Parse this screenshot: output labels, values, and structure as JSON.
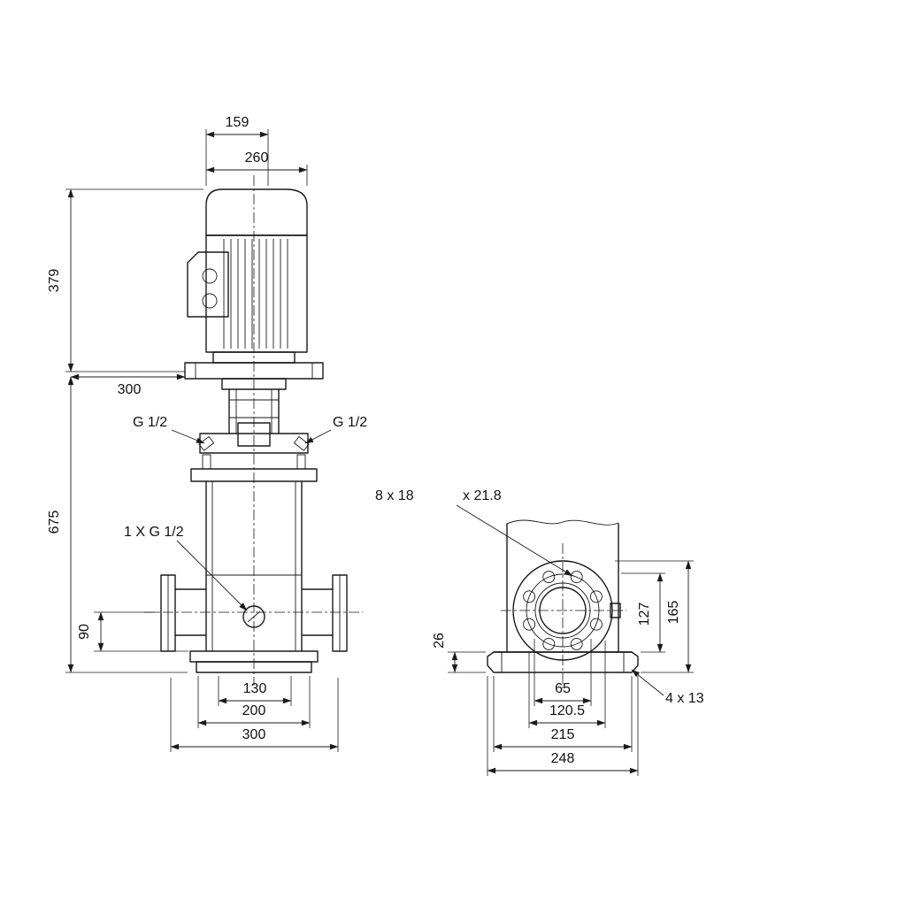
{
  "drawing": {
    "type": "pump-dimensional-drawing",
    "background": "#ffffff",
    "line_color": "#1a1a1a",
    "front_view": {
      "d159": "159",
      "d260": "260",
      "d379": "379",
      "d300_side": "300",
      "d675": "675",
      "d90": "90",
      "d130": "130",
      "d200": "200",
      "d300_bottom": "300",
      "g12_left": "G 1/2",
      "g12_right": "G 1/2",
      "drain": "1 X G 1/2"
    },
    "side_view": {
      "holes_a": "8 x 18",
      "holes_b": "x 21.8",
      "d26": "26",
      "d127": "127",
      "d165": "165",
      "d65": "65",
      "d120_5": "120.5",
      "d215": "215",
      "d248": "248",
      "base_holes": "4  x 13"
    }
  }
}
